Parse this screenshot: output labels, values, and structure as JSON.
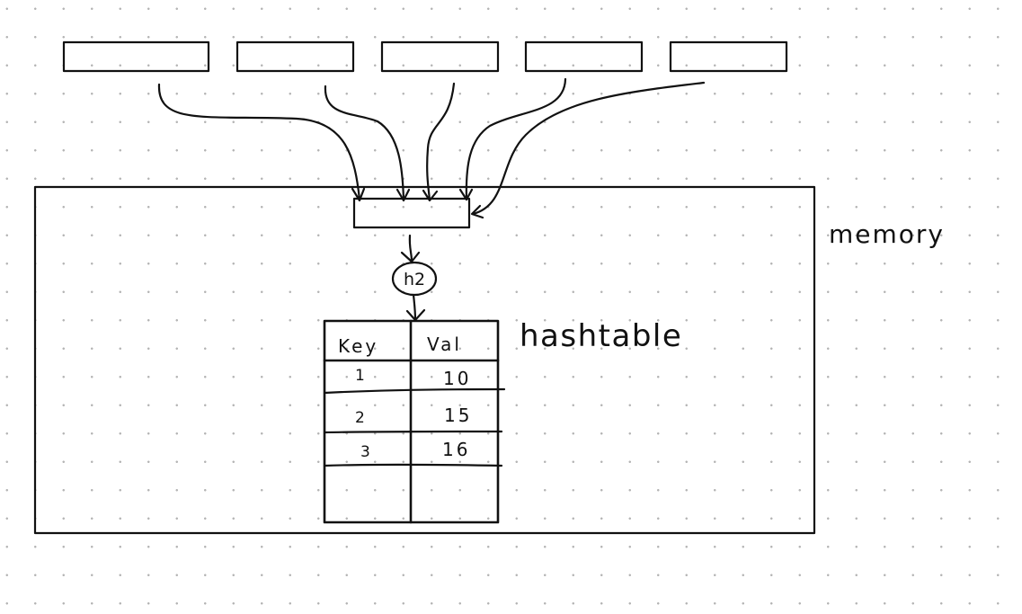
{
  "diagram": {
    "input_boxes": [
      {
        "id": "box-1"
      },
      {
        "id": "box-2"
      },
      {
        "id": "box-3"
      },
      {
        "id": "box-4"
      },
      {
        "id": "box-5"
      }
    ],
    "memory_label": "memory",
    "hash_function_label": "h2",
    "hashtable_label": "hashtable",
    "table": {
      "headers": [
        "Key",
        "Val"
      ],
      "rows": [
        [
          "1",
          "10"
        ],
        [
          "2",
          "15"
        ],
        [
          "3",
          "16"
        ],
        [
          "",
          ""
        ]
      ]
    }
  }
}
